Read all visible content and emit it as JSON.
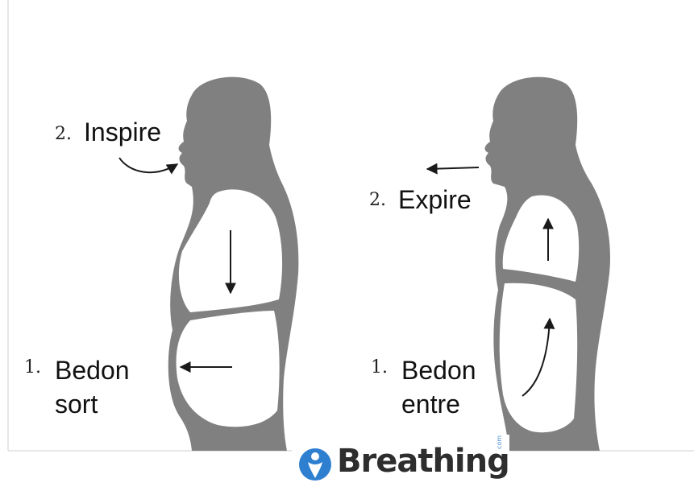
{
  "left_figure": {
    "step2_num": "2.",
    "step2_label": "Inspire",
    "step1_num": "1.",
    "step1_line1": "Bedon",
    "step1_line2": "sort"
  },
  "right_figure": {
    "step2_num": "2.",
    "step2_label": "Expire",
    "step1_num": "1.",
    "step1_line1": "Bedon",
    "step1_line2": "entre"
  },
  "logo": {
    "text": "Breathing",
    "suffix": "com",
    "brand_color": "#2f7fd1"
  },
  "colors": {
    "silhouette": "#808080",
    "cavity": "#ffffff",
    "arrow": "#1a1a1a"
  }
}
